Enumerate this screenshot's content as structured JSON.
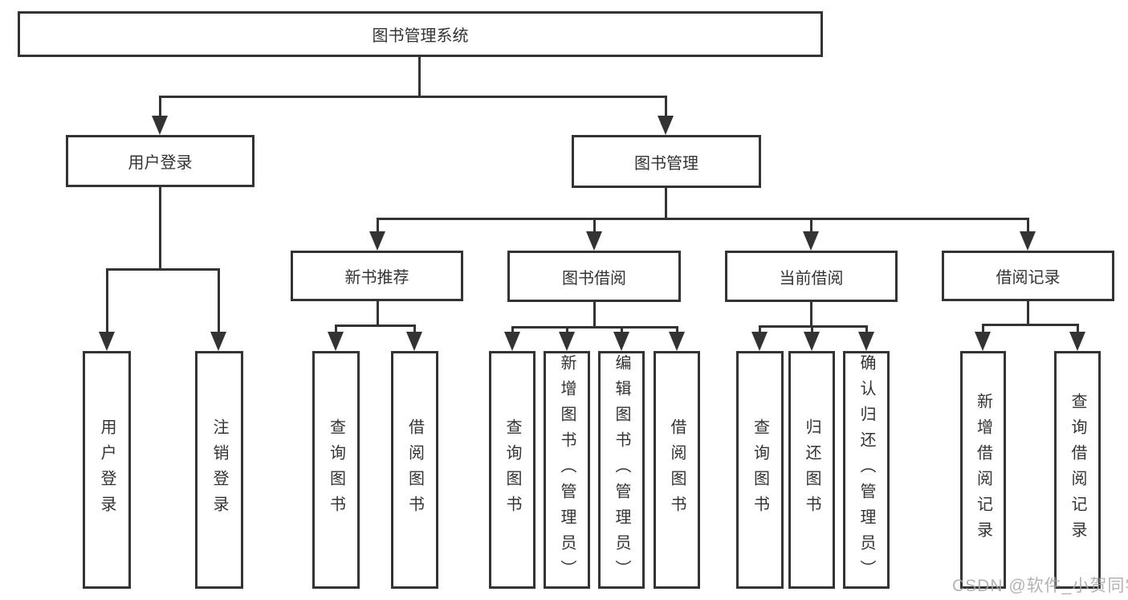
{
  "diagram": {
    "root": {
      "label": "图书管理系统"
    },
    "branches": [
      {
        "label": "用户登录",
        "children": [
          {
            "label": "用户登录"
          },
          {
            "label": "注销登录"
          }
        ]
      },
      {
        "label": "图书管理",
        "groups": [
          {
            "label": "新书推荐",
            "children": [
              {
                "label": "查询图书"
              },
              {
                "label": "借阅图书"
              }
            ]
          },
          {
            "label": "图书借阅",
            "children": [
              {
                "label": "查询图书"
              },
              {
                "label": "新增图书（管理员）"
              },
              {
                "label": "编辑图书（管理员）"
              },
              {
                "label": "借阅图书"
              }
            ]
          },
          {
            "label": "当前借阅",
            "children": [
              {
                "label": "查询图书"
              },
              {
                "label": "归还图书"
              },
              {
                "label": "确认归还（管理员）"
              }
            ]
          },
          {
            "label": "借阅记录",
            "children": [
              {
                "label": "新增借阅记录"
              },
              {
                "label": "查询借阅记录"
              }
            ]
          }
        ]
      }
    ]
  },
  "watermark": {
    "text": "CSDN @软件_小贺同学"
  },
  "colors": {
    "line": "#333333",
    "text": "#333333",
    "background": "#ffffff",
    "watermark": "#a6a6a6"
  }
}
